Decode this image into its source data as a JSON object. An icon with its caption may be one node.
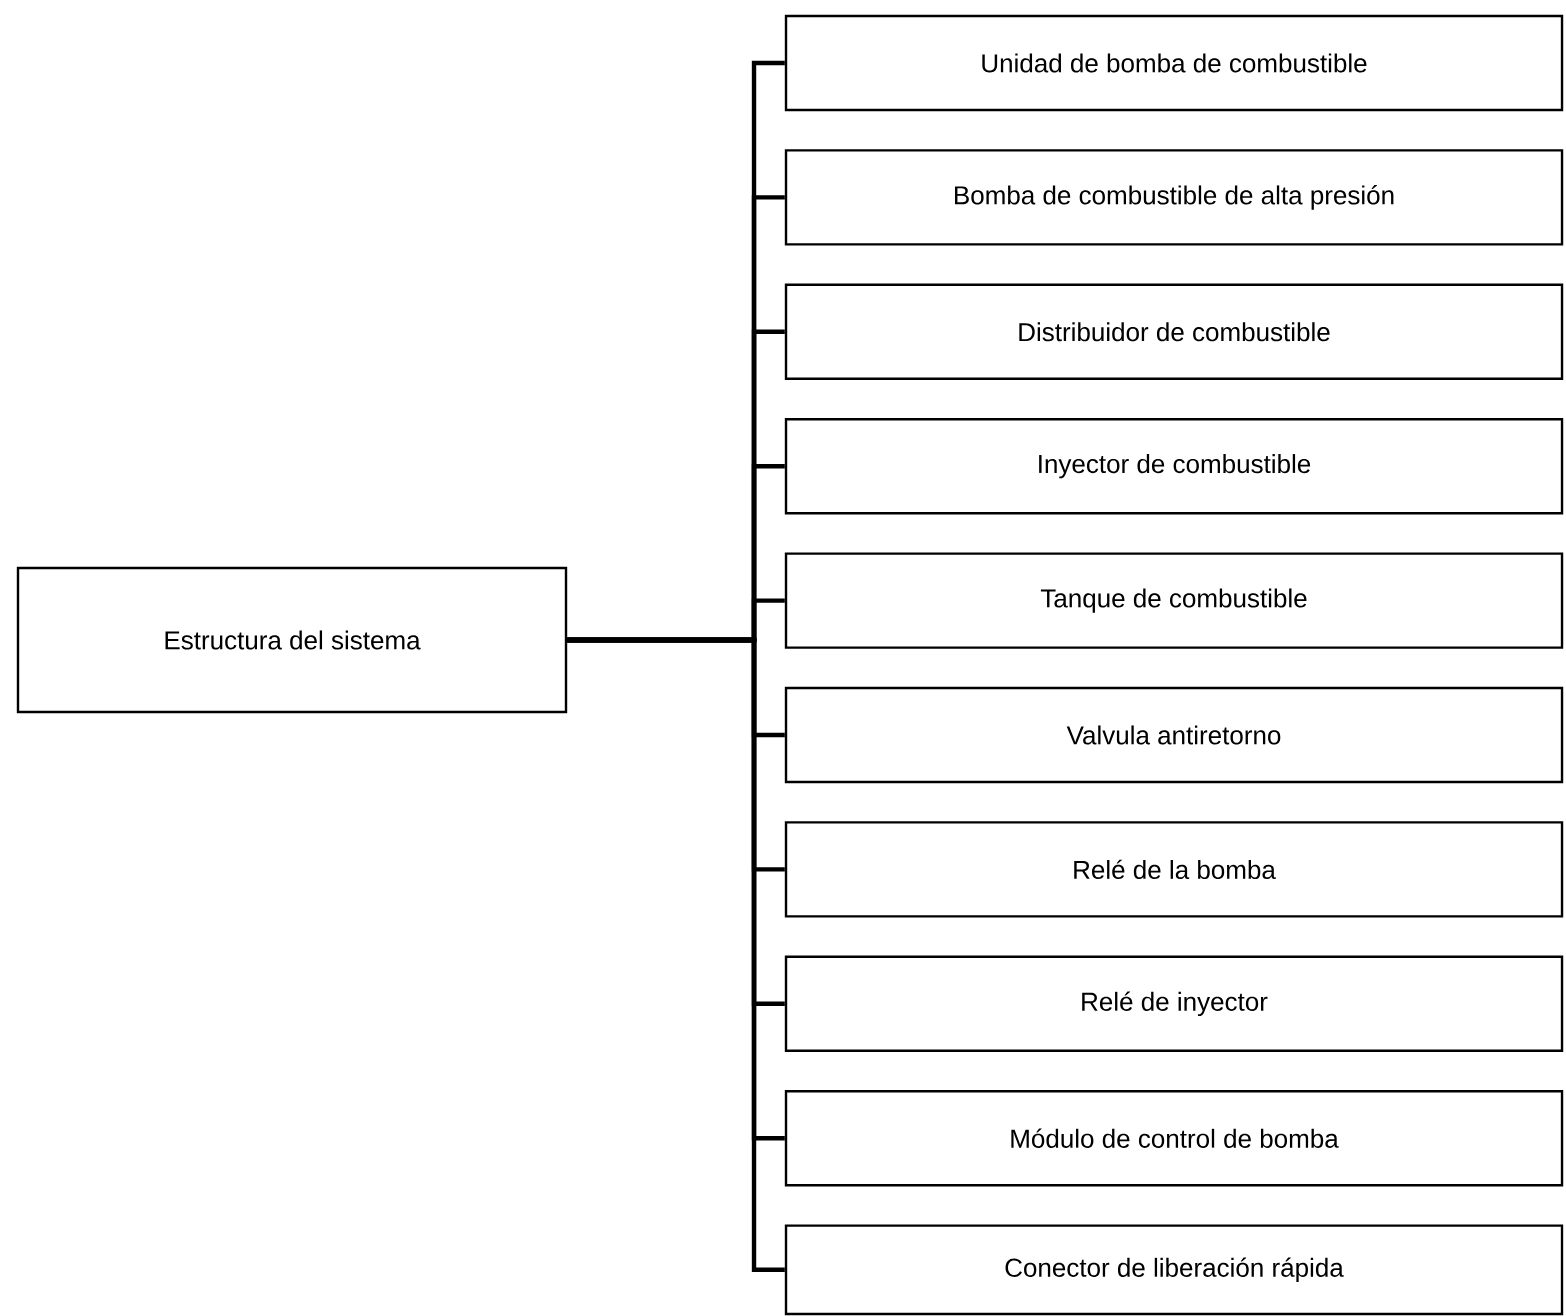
{
  "diagram": {
    "nodes": [
      {
        "text": [
          "Estructura del sistema"
        ]
      },
      {
        "text": [
          "Unidad de bomba de combustible"
        ]
      },
      {
        "text": [
          "Bomba de combustible de alta presión"
        ]
      },
      {
        "text": [
          "Distribuidor de combustible"
        ]
      },
      {
        "text": [
          "Inyector de combustible"
        ]
      },
      {
        "text": [
          "Tanque de combustible"
        ]
      },
      {
        "text": [
          "Valvula antiretorno"
        ]
      },
      {
        "text": [
          "Relé de la bomba"
        ]
      },
      {
        "text": [
          "Relé de inyector"
        ]
      },
      {
        "text": [
          "Módulo de control de bomba"
        ]
      },
      {
        "text": [
          "Conector de liberación rápida"
        ]
      }
    ],
    "edges": [
      {
        "from": 0,
        "to": 1,
        "arrow": "none"
      },
      {
        "from": 0,
        "to": 2,
        "arrow": "none"
      },
      {
        "from": 0,
        "to": 3,
        "arrow": "none"
      },
      {
        "from": 0,
        "to": 4,
        "arrow": "none"
      },
      {
        "from": 0,
        "to": 5,
        "arrow": "none"
      },
      {
        "from": 0,
        "to": 6,
        "arrow": "none"
      },
      {
        "from": 0,
        "to": 7,
        "arrow": "none"
      },
      {
        "from": 0,
        "to": 8,
        "arrow": "none"
      },
      {
        "from": 0,
        "to": 9,
        "arrow": "none"
      },
      {
        "from": 0,
        "to": 10,
        "arrow": "none"
      }
    ]
  }
}
